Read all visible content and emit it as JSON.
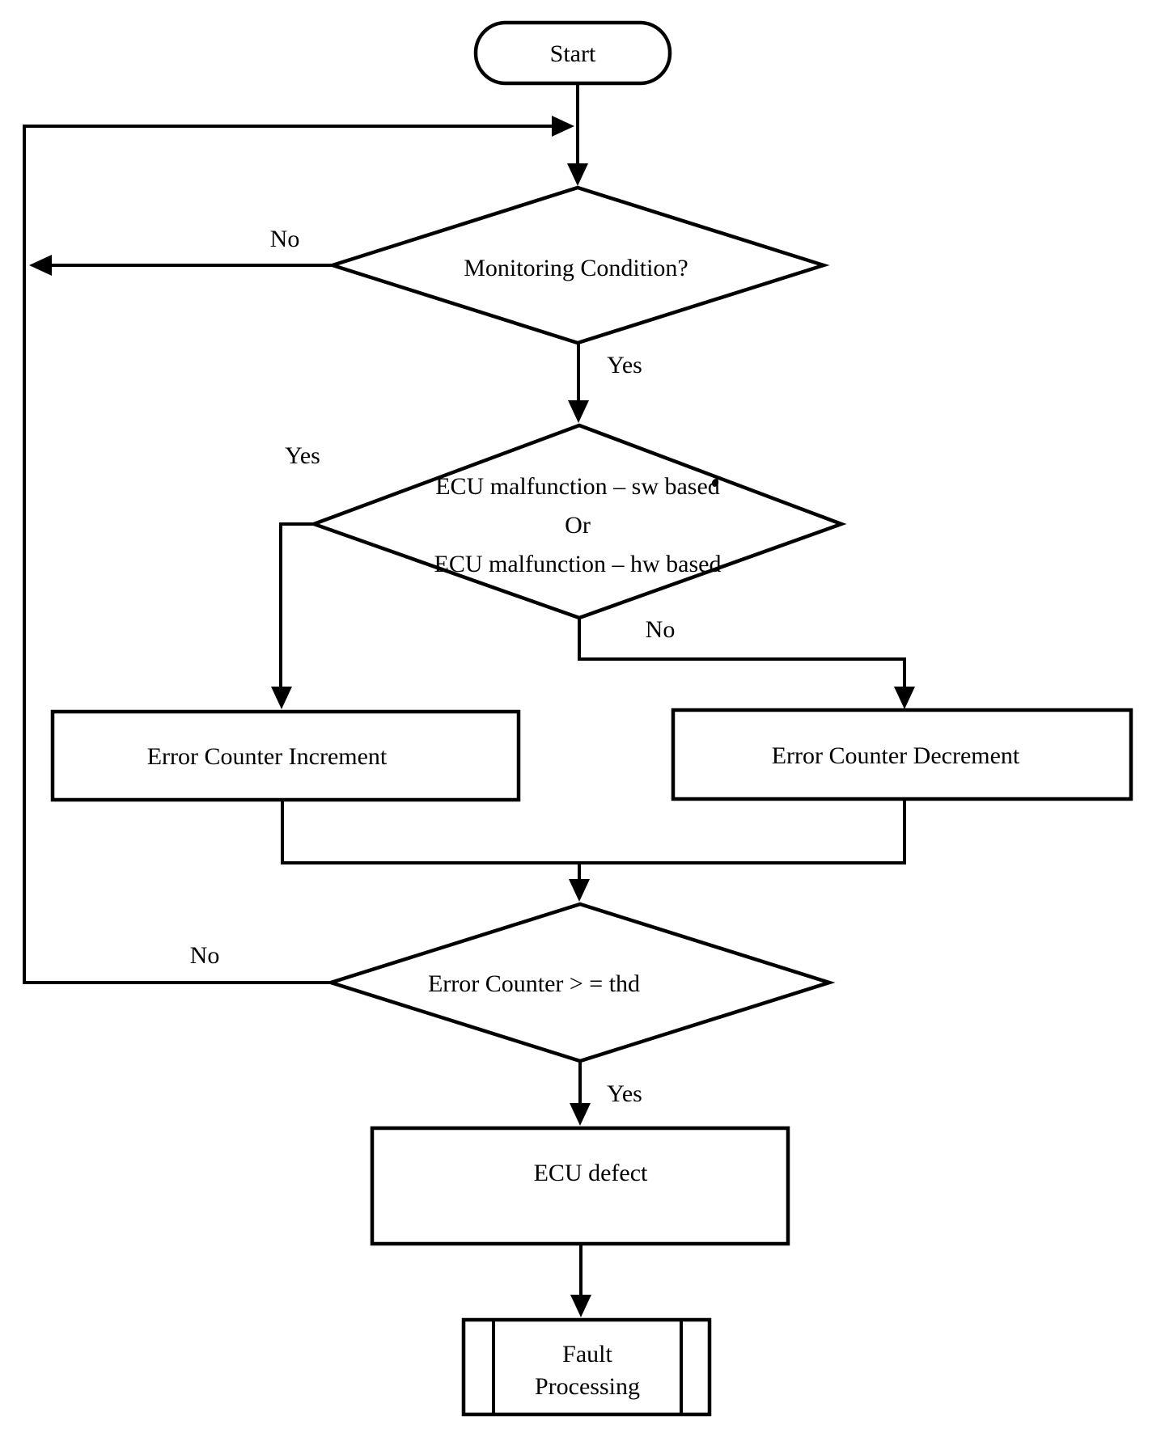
{
  "page": {
    "background_color": "#ffffff",
    "line_color": "#000000",
    "text_color": "#000000"
  },
  "diagram": {
    "type": "flowchart",
    "nodes": {
      "start": {
        "shape": "terminator",
        "label": "Start"
      },
      "monitoring": {
        "shape": "decision",
        "label": "Monitoring Condition?"
      },
      "malfunction": {
        "shape": "decision",
        "line1": "ECU malfunction – sw based",
        "line2": "Or",
        "line3": "ECU malfunction – hw based"
      },
      "increment": {
        "shape": "process",
        "label": "Error Counter Increment"
      },
      "decrement": {
        "shape": "process",
        "label": "Error Counter Decrement"
      },
      "threshold": {
        "shape": "decision",
        "label": "Error Counter > = thd"
      },
      "defect": {
        "shape": "process",
        "label": "ECU defect"
      },
      "fault": {
        "shape": "predefined-process",
        "line1": "Fault",
        "line2": "Processing"
      }
    },
    "edge_labels": {
      "monitoring_no": "No",
      "monitoring_yes": "Yes",
      "malfunction_yes": "Yes",
      "malfunction_no": "No",
      "threshold_no": "No",
      "threshold_yes": "Yes"
    }
  }
}
